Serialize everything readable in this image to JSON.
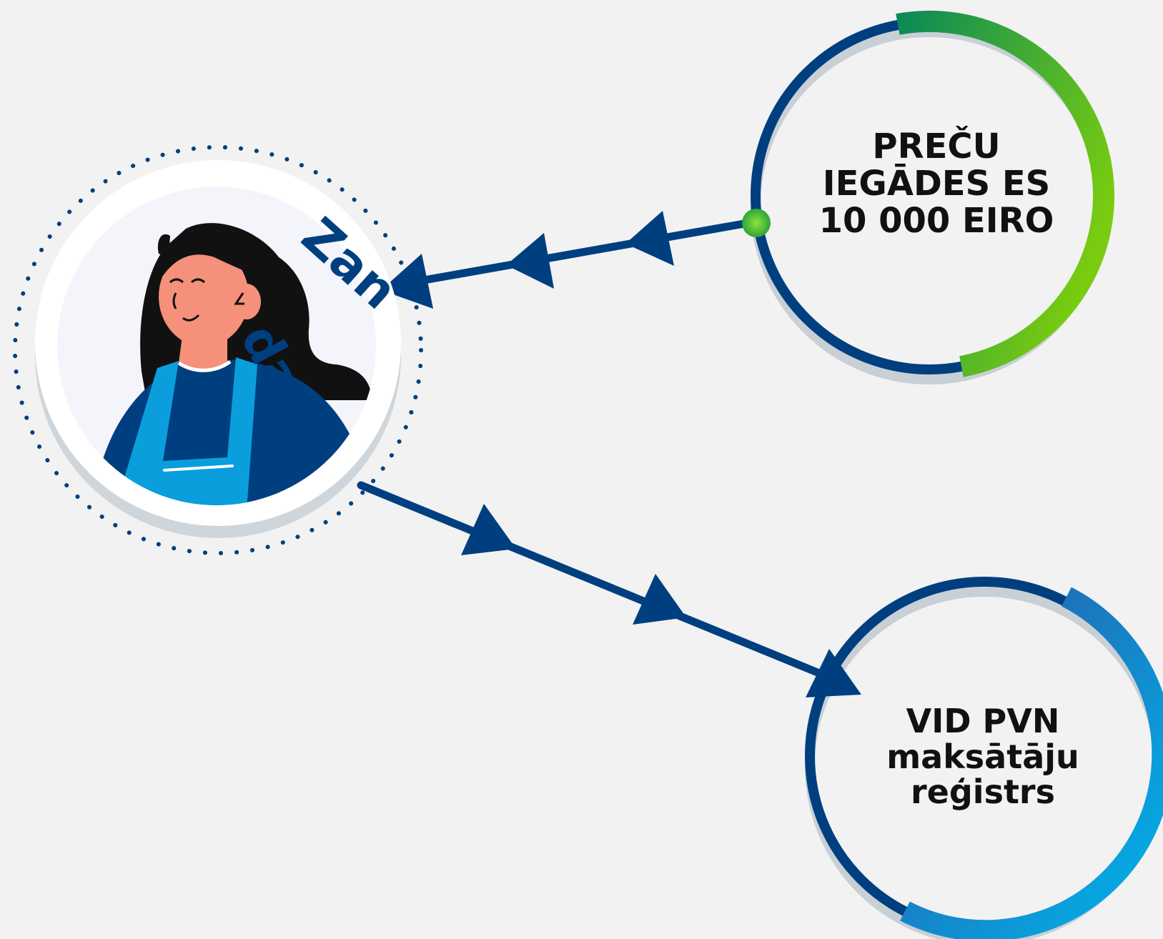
{
  "person": {
    "name_part1": "Zan",
    "name_part2": "da"
  },
  "nodes": {
    "purchase": {
      "lines": [
        "PREČU",
        "IEGĀDES ES",
        "10 000 EIRO"
      ]
    },
    "registry": {
      "lines": [
        "VID PVN",
        "maksātāju",
        "reģistrs"
      ]
    }
  },
  "colors": {
    "background": "#f2f2f2",
    "navy": "#003f7f",
    "green_light": "#7acc10",
    "green_dark": "#0a8a58",
    "blue_light": "#00b5ec",
    "blue_dark": "#2a55a6",
    "shadow": "#c8d0d6",
    "skin": "#f5907a",
    "hair": "#111111",
    "shirt": "#0a9fdc"
  },
  "icons": {
    "connection_dot": "green-dot-icon",
    "arrowheads": "triangle-arrow-icon"
  }
}
